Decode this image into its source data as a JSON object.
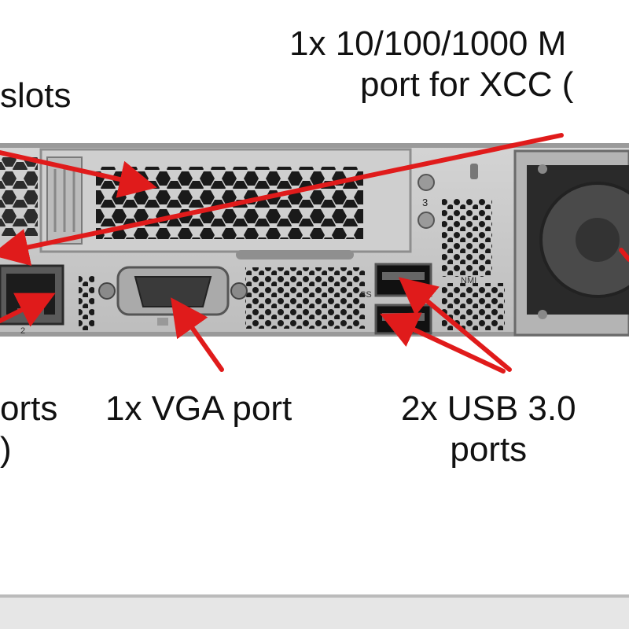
{
  "callouts": {
    "pcie_slots": "slots",
    "mgmt_port": {
      "line1": "1x 10/100/1000  M",
      "line2": "port for XCC ("
    },
    "ethernet_ports": {
      "line1": "orts",
      "line2": ")"
    },
    "vga_port": "1x VGA port",
    "usb_ports": {
      "line1": "2x USB 3.0",
      "line2": "ports"
    }
  },
  "markings": {
    "slot_number": "3",
    "nmi_label": "NMI",
    "usb_label": "SS",
    "ethernet_port_number": "2"
  },
  "colors": {
    "arrow": "#e01b1b",
    "chassis": "#c8c8c8",
    "chassis_dark": "#a9a9a9",
    "vent_hole": "#1a1a1a",
    "text": "#111111"
  },
  "icons": [
    "pcie-slot-vent",
    "rj45-port-icon",
    "vga-port-icon",
    "usb-port-icon",
    "power-supply-fan-icon"
  ]
}
